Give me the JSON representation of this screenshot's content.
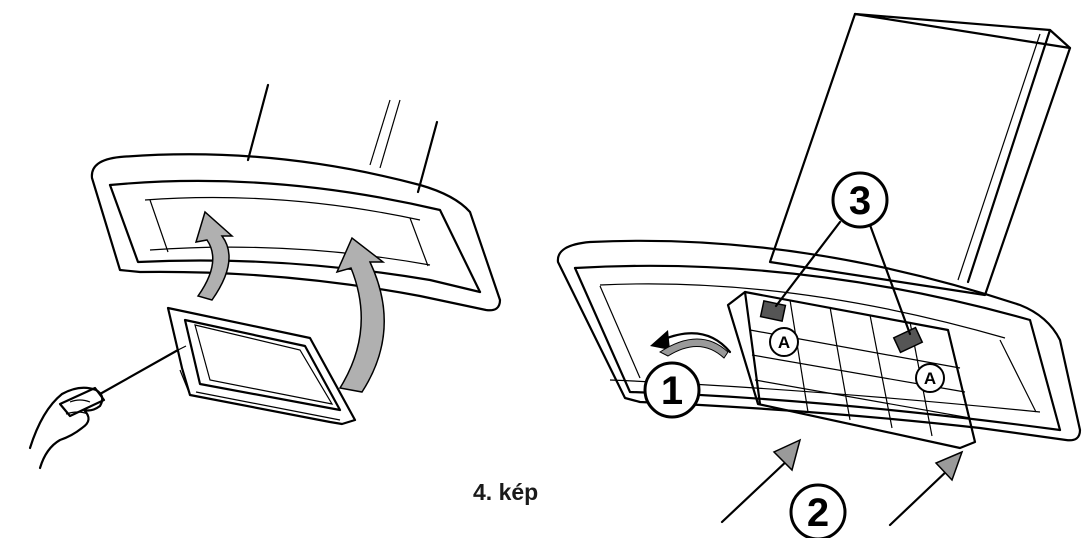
{
  "figure": {
    "caption": "4. kép",
    "callouts": {
      "one": "1",
      "two": "2",
      "three": "3",
      "a_left": "A",
      "a_right": "A"
    }
  }
}
